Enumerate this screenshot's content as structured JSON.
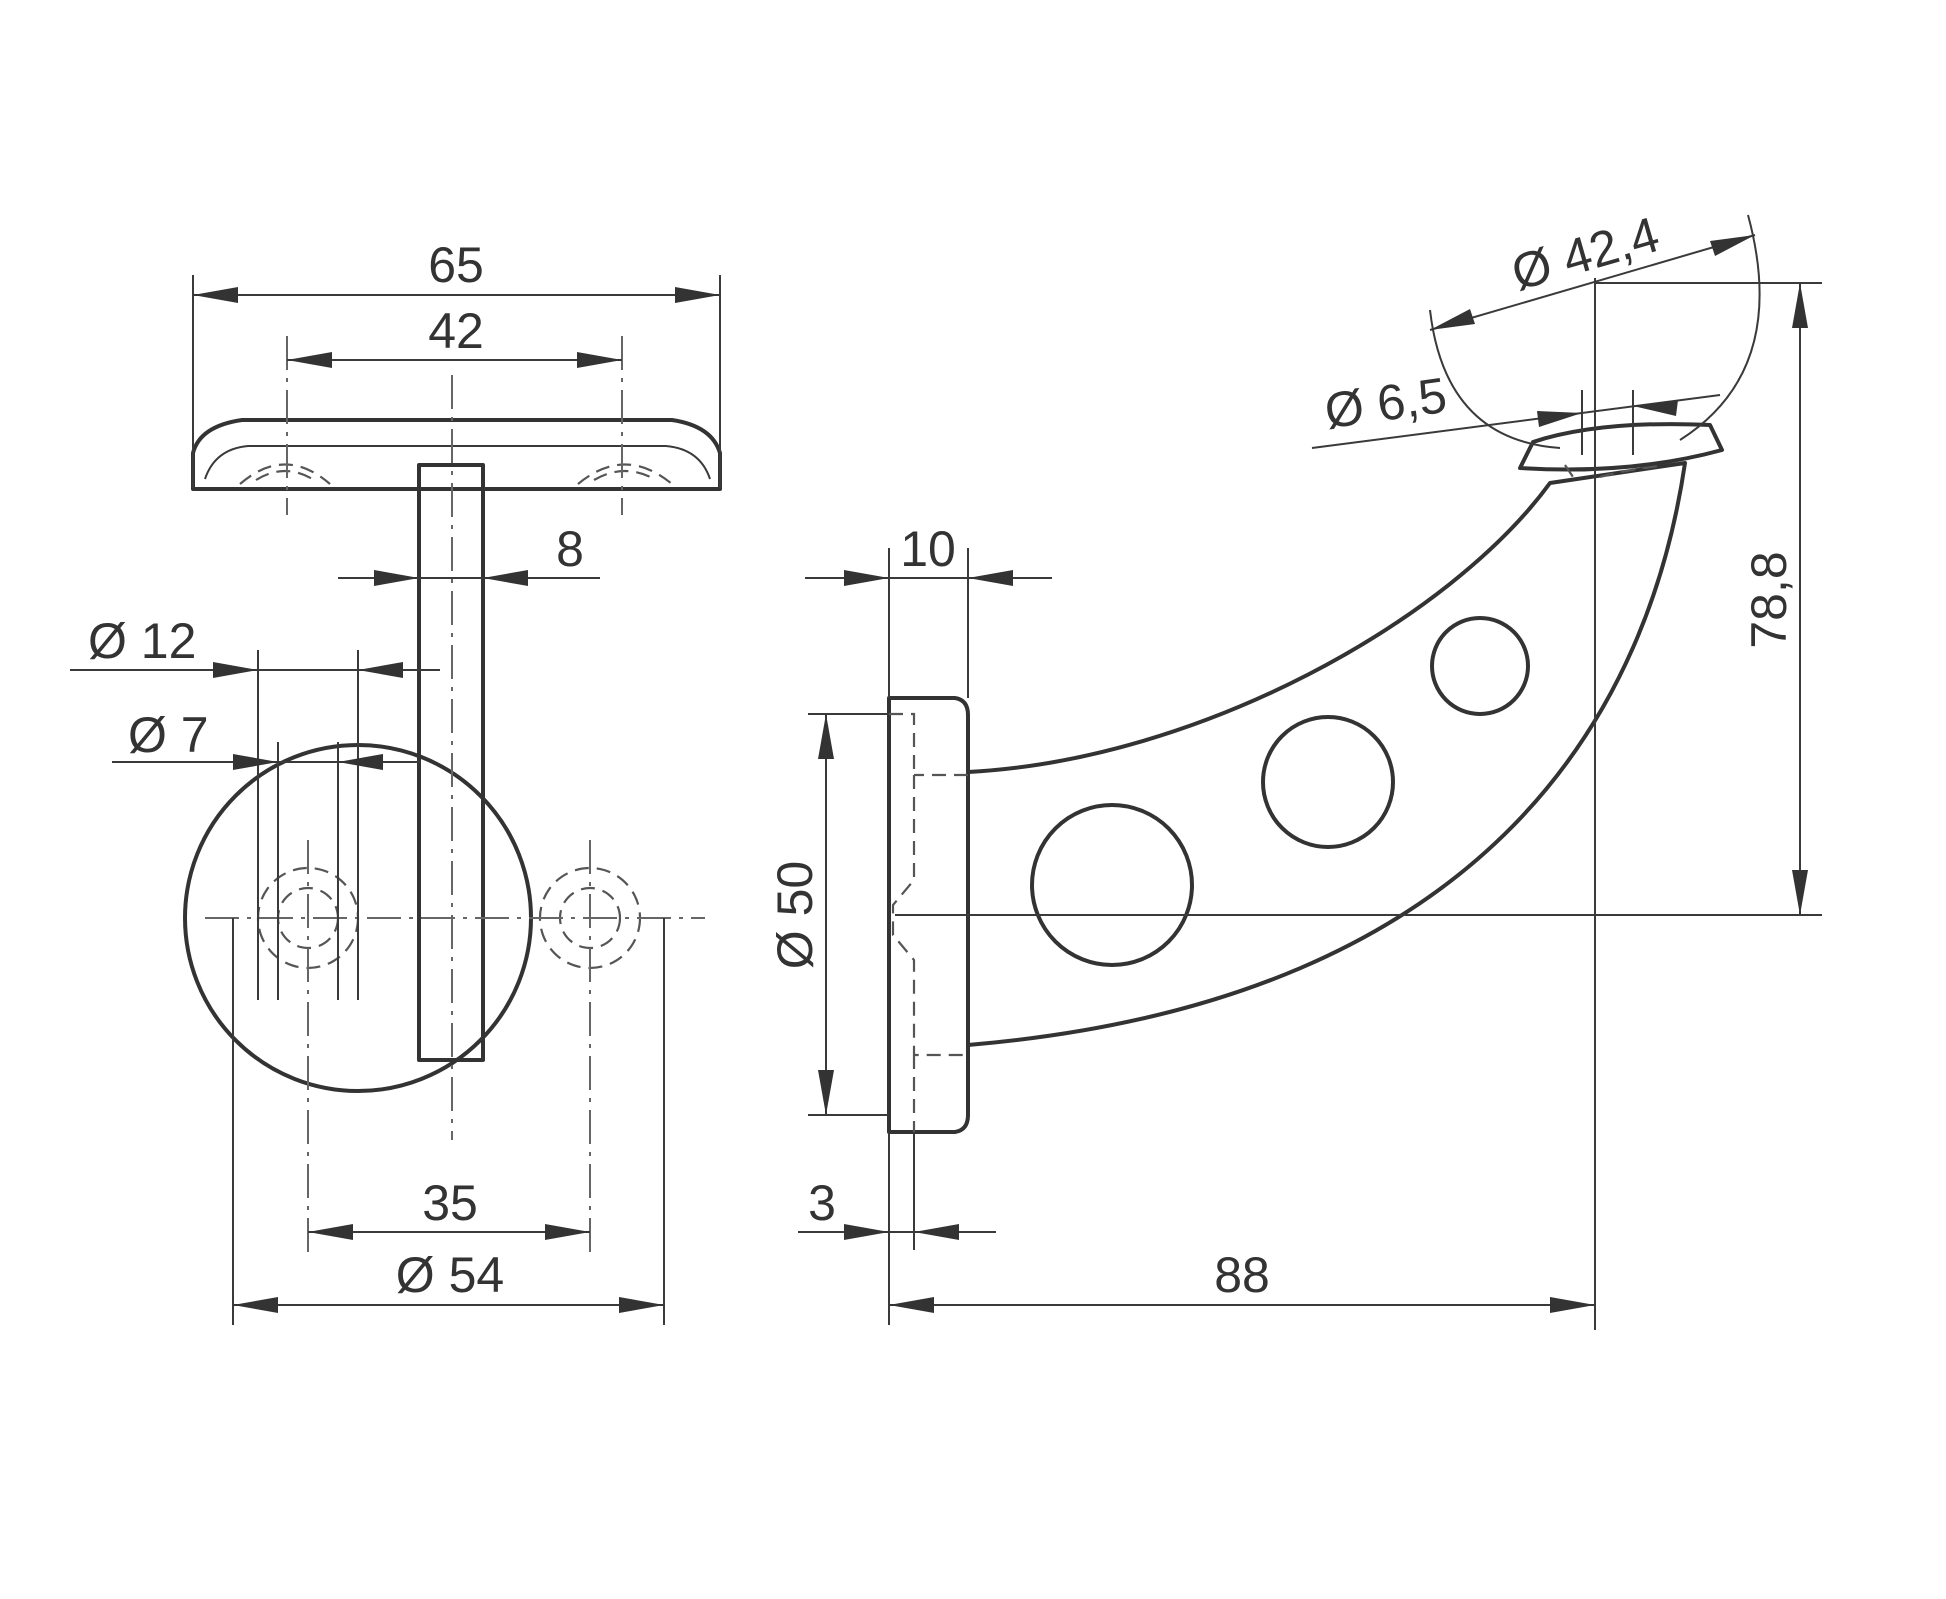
{
  "drawing": {
    "colors": {
      "line": "#333333",
      "background": "#ffffff"
    },
    "dimensions": {
      "plate_width": "65",
      "hole_spacing_top": "42",
      "stem_width": "8",
      "counterbore_diameter": "Ø 12",
      "hole_diameter": "Ø 7",
      "hole_spacing_bottom": "35",
      "base_diameter": "Ø 54",
      "flange_thickness": "10",
      "flange_diameter": "Ø 50",
      "recess_depth": "3",
      "projection": "88",
      "height": "78,8",
      "rail_diameter": "Ø 42,4",
      "screw_hole_diameter": "Ø 6,5"
    }
  }
}
